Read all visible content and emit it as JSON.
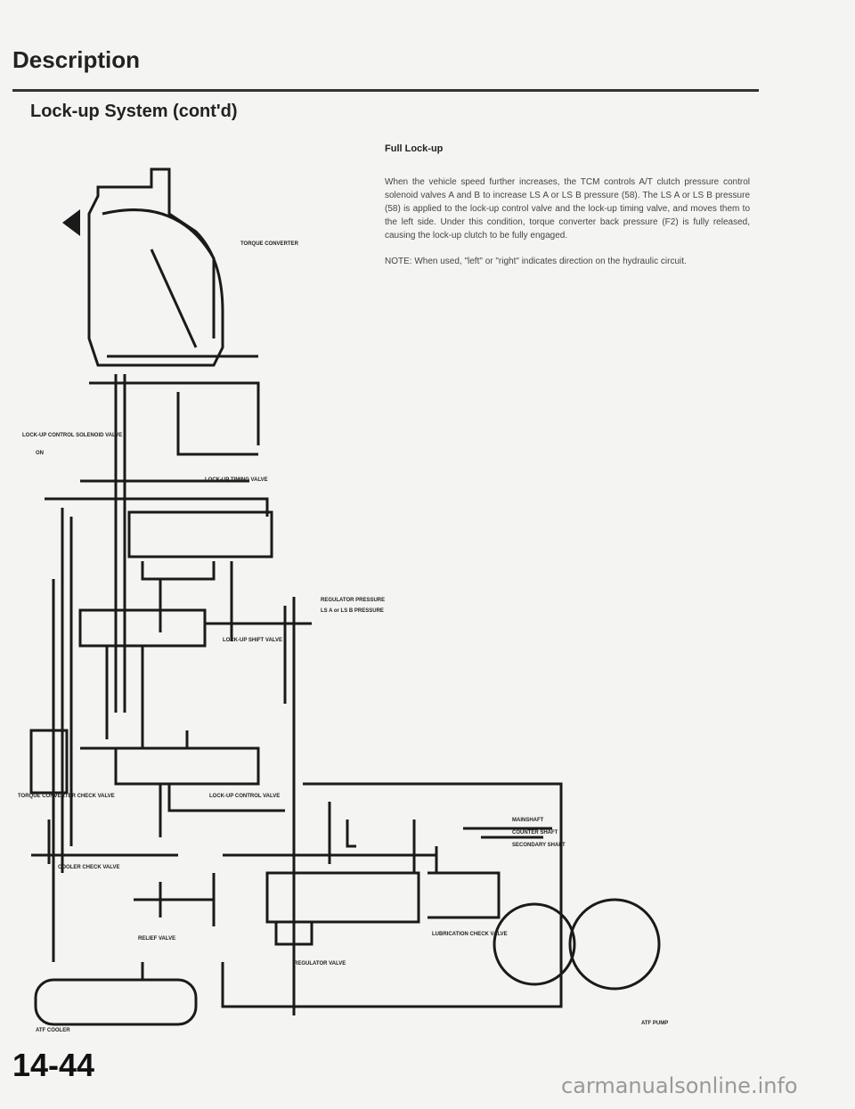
{
  "header": {
    "title": "Description",
    "section": "Lock-up System (cont'd)"
  },
  "content": {
    "heading": "Full Lock-up",
    "paragraph": "When the vehicle speed further increases, the TCM controls A/T clutch pressure control solenoid valves A and B to increase LS A or LS B pressure (58). The LS A or LS B pressure (58) is applied to the lock-up control valve and the lock-up timing valve, and moves them to the left side. Under this condition, torque converter back pressure (F2) is fully released, causing the lock-up clutch to be fully engaged.",
    "note": "NOTE: When used, \"left\" or \"right\" indicates direction on the hydraulic circuit."
  },
  "diagram": {
    "labels": {
      "torque_converter": "TORQUE CONVERTER",
      "lockup_solenoid": "LOCK-UP CONTROL SOLENOID VALVE",
      "lockup_timing": "LOCK-UP TIMING VALVE",
      "regulator_pressure": "REGULATOR PRESSURE",
      "ls_pressure": "LS A or LS B PRESSURE",
      "lockup_shift": "LOCK-UP SHIFT VALVE",
      "tc_check_valve": "TORQUE CONVERTER CHECK VALVE",
      "lockup_control": "LOCK-UP CONTROL VALVE",
      "cooler_check": "COOLER CHECK VALVE",
      "relief_valve": "RELIEF VALVE",
      "regulator_valve": "REGULATOR VALVE",
      "mainshaft": "MAINSHAFT",
      "countershaft": "COUNTER SHAFT",
      "secondary_shaft": "SECONDARY SHAFT",
      "lubrication": "LUBRICATION CHECK VALVE",
      "atf_pump": "ATF PUMP",
      "atf_cooler": "ATF COOLER",
      "on_label": "ON"
    }
  },
  "footer": {
    "page_number": "14-44",
    "watermark": "carmanualsonline.info"
  }
}
